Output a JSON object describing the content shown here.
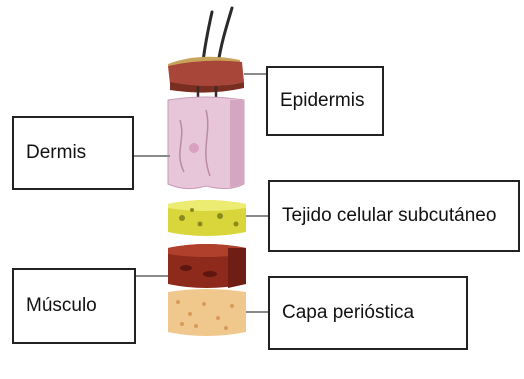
{
  "labels": {
    "epidermis": "Epidermis",
    "dermis": "Dermis",
    "tejido": "Tejido celular subcutáneo",
    "musculo": "Músculo",
    "capa": "Capa perióstica"
  },
  "colors": {
    "epidermis_top": "#a9463a",
    "epidermis_base": "#c8a35a",
    "dermis": "#e8c6da",
    "subcutaneous": "#d8d63a",
    "muscle": "#8e2a1c",
    "periosteum": "#f0c88e",
    "hair": "#2a2a2a",
    "leader_line": "#8a8a8a"
  }
}
